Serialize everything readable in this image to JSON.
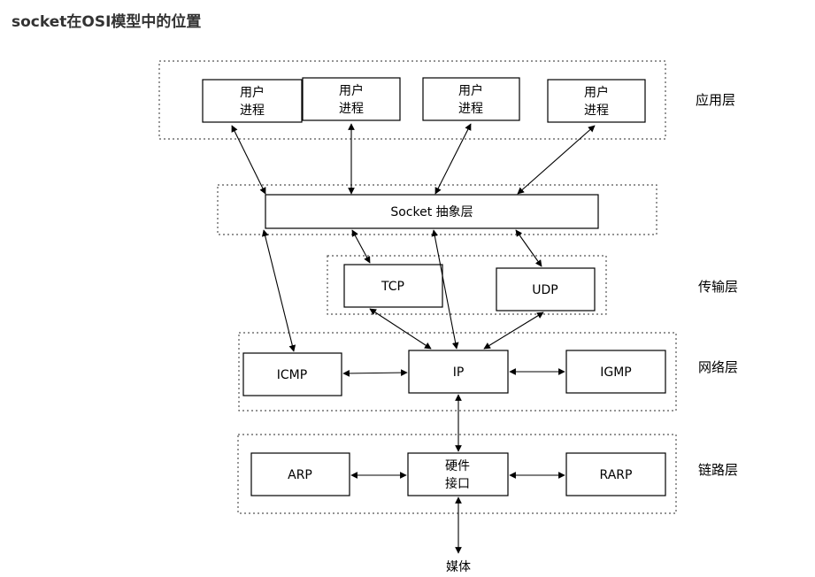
{
  "title": "socket在OSI模型中的位置",
  "layers": {
    "application": "应用层",
    "transport": "传输层",
    "network": "网络层",
    "link": "链路层"
  },
  "boxes": {
    "user_process_1": [
      "用户",
      "进程"
    ],
    "user_process_2": [
      "用户",
      "进程"
    ],
    "user_process_3": [
      "用户",
      "进程"
    ],
    "user_process_4": [
      "用户",
      "进程"
    ],
    "socket": "Socket 抽象层",
    "tcp": "TCP",
    "udp": "UDP",
    "icmp": "ICMP",
    "ip": "IP",
    "igmp": "IGMP",
    "arp": "ARP",
    "hardware": [
      "硬件",
      "接口"
    ],
    "rarp": "RARP"
  },
  "media": "媒体",
  "colors": {
    "title": "#333333",
    "lines": "#000000",
    "dotted": "#555555"
  }
}
